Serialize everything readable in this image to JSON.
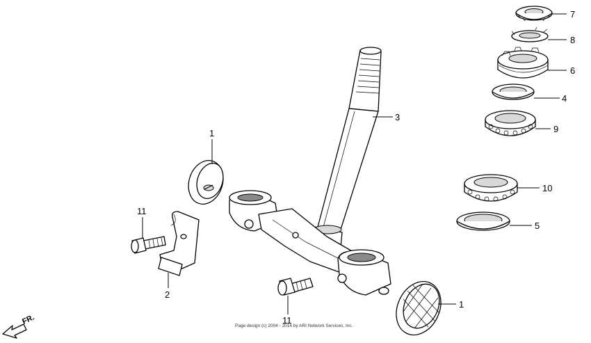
{
  "callouts": {
    "c1_top": "1",
    "c1_bottom": "1",
    "c2": "2",
    "c3": "3",
    "c4": "4",
    "c5": "5",
    "c6": "6",
    "c7": "7",
    "c8": "8",
    "c9": "9",
    "c10": "10",
    "c11_left": "11",
    "c11_bottom": "11"
  },
  "direction_label": "FR.",
  "copyright": "Page design (c) 2004 - 2014 by ARI Network Services, Inc."
}
